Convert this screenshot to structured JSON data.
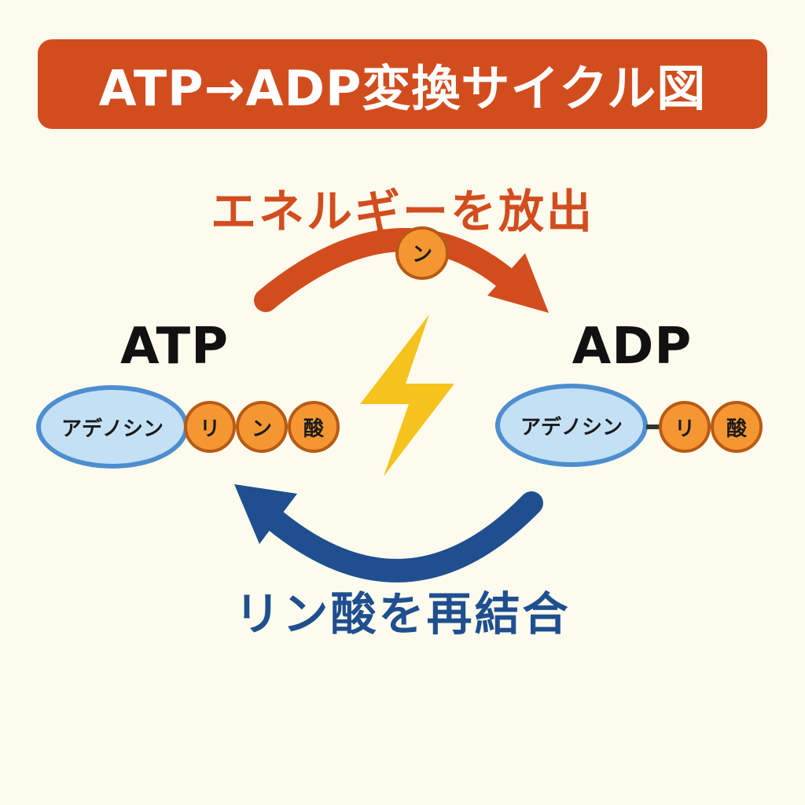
{
  "title": "ATP→ADP変換サイクル図",
  "release_label": "エネルギーを放出",
  "rebind_label": "リン酸を再結合",
  "atp": {
    "name": "ATP",
    "adenosine": "アデノシン",
    "phosphates": [
      "リ",
      "ン",
      "酸"
    ]
  },
  "adp": {
    "name": "ADP",
    "adenosine": "アデノシン",
    "phosphates": [
      "リ",
      "酸"
    ]
  },
  "released_phosphate": "ン",
  "colors": {
    "banner": "#d24d1e",
    "release_arrow": "#d24d1e",
    "rebind_arrow": "#1f4f8f",
    "lightning": "#f6c21c",
    "adenosine_fill": "#c4e0f4",
    "adenosine_border": "#4d8ecf",
    "phosphate_fill": "#f49733",
    "background": "#fdfbee"
  },
  "icons": {
    "center": "lightning-bolt-icon"
  }
}
